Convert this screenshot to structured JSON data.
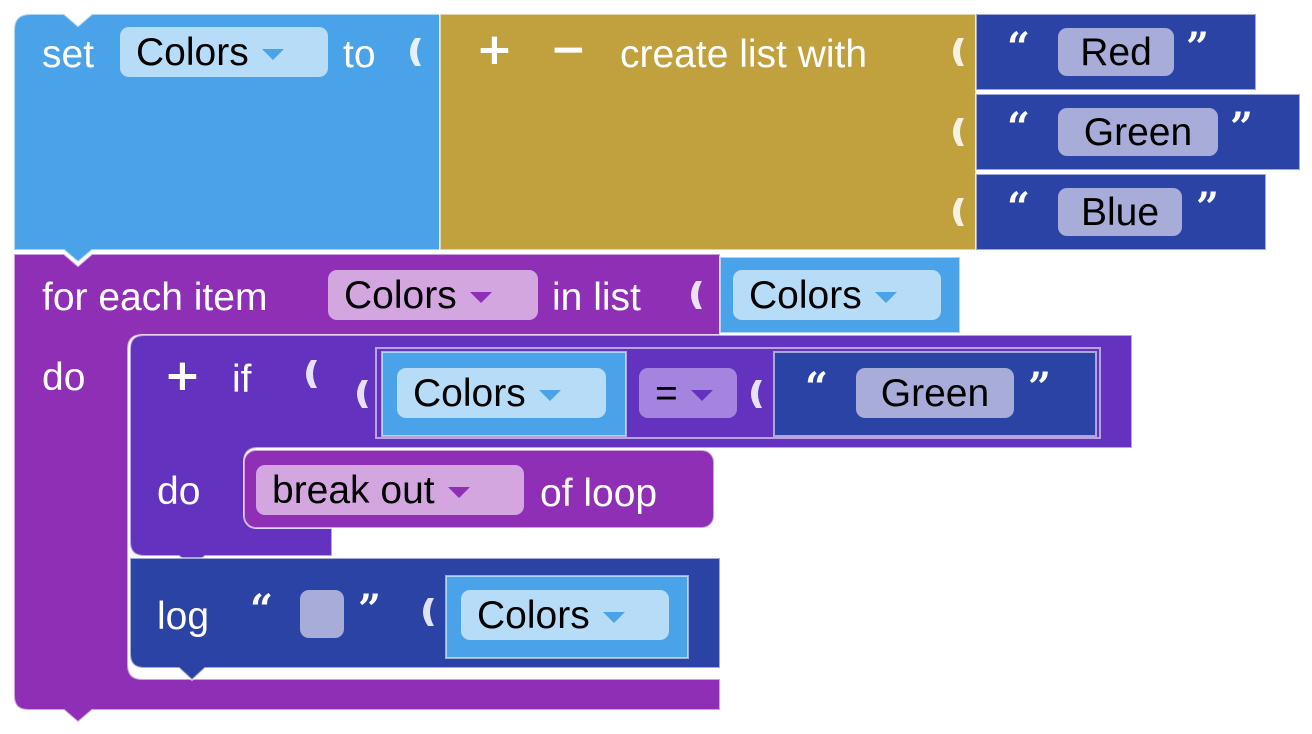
{
  "set_block": {
    "prefix": "set",
    "variable": "Colors",
    "suffix": "to"
  },
  "create_list": {
    "plus": "+",
    "minus": "−",
    "label": "create list with",
    "items": [
      "Red",
      "Green",
      "Blue"
    ]
  },
  "quotes": {
    "open": "“",
    "close": "”"
  },
  "for_each": {
    "prefix": "for each item",
    "variable": "Colors",
    "middle": "in list",
    "list_var": "Colors",
    "do_label": "do"
  },
  "if_block": {
    "plus": "+",
    "label": "if",
    "left_var": "Colors",
    "operator": "=",
    "right_text": "Green",
    "do_label": "do"
  },
  "break_block": {
    "option": "break out",
    "suffix": "of loop"
  },
  "log_block": {
    "label": "log",
    "text": "",
    "variable": "Colors"
  },
  "colors": {
    "variables": "#4aa3e8",
    "lists": "#c1a13e",
    "text": "#2b43a5",
    "loops": "#8e2fb5",
    "logic": "#6333c0",
    "var_field": "#b6dcf8",
    "loop_field": "#d3a6e0"
  }
}
